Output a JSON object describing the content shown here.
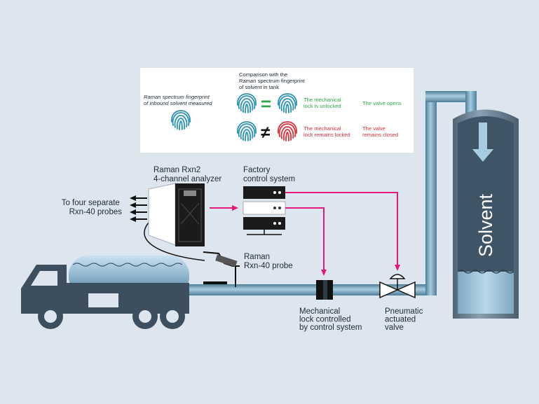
{
  "info_box": {
    "measured_line1": "Raman spectrum fingerprint",
    "measured_line2": "of inbound solvent measured",
    "comparison_line1": "Comparison with the",
    "comparison_line2": "Raman spectrum fingerprint",
    "comparison_line3": "of solvent in tank",
    "match_symbol": "=",
    "mismatch_symbol": "≠",
    "match_result1_line1": "The mechanical",
    "match_result1_line2": "lock is unlocked",
    "match_result2": "The valve opens",
    "mismatch_result1_line1": "The mechanical",
    "mismatch_result1_line2": "lock remains locked",
    "mismatch_result2_line1": "The valve",
    "mismatch_result2_line2": "remains closed"
  },
  "labels": {
    "analyzer_line1": "Raman Rxn2",
    "analyzer_line2": "4-channel analyzer",
    "control_line1": "Factory",
    "control_line2": "control system",
    "probes_line1": "To four separate",
    "probes_line2": "Rxn-40 probes",
    "probe_line1": "Raman",
    "probe_line2": "Rxn-40 probe",
    "lock_line1": "Mechanical",
    "lock_line2": "lock controlled",
    "lock_line3": "by control system",
    "valve_line1": "Pneumatic",
    "valve_line2": "actuated",
    "valve_line3": "valve",
    "tank_label": "Solvent"
  },
  "colors": {
    "background": "#dde5ee",
    "pipe": "#6e9cb4",
    "truck": "#3d4f5e",
    "signal_arrow": "#e6197a",
    "fingerprint": "#2b92b3",
    "match_green": "#2fa84a",
    "mismatch_red": "#d6313a"
  }
}
